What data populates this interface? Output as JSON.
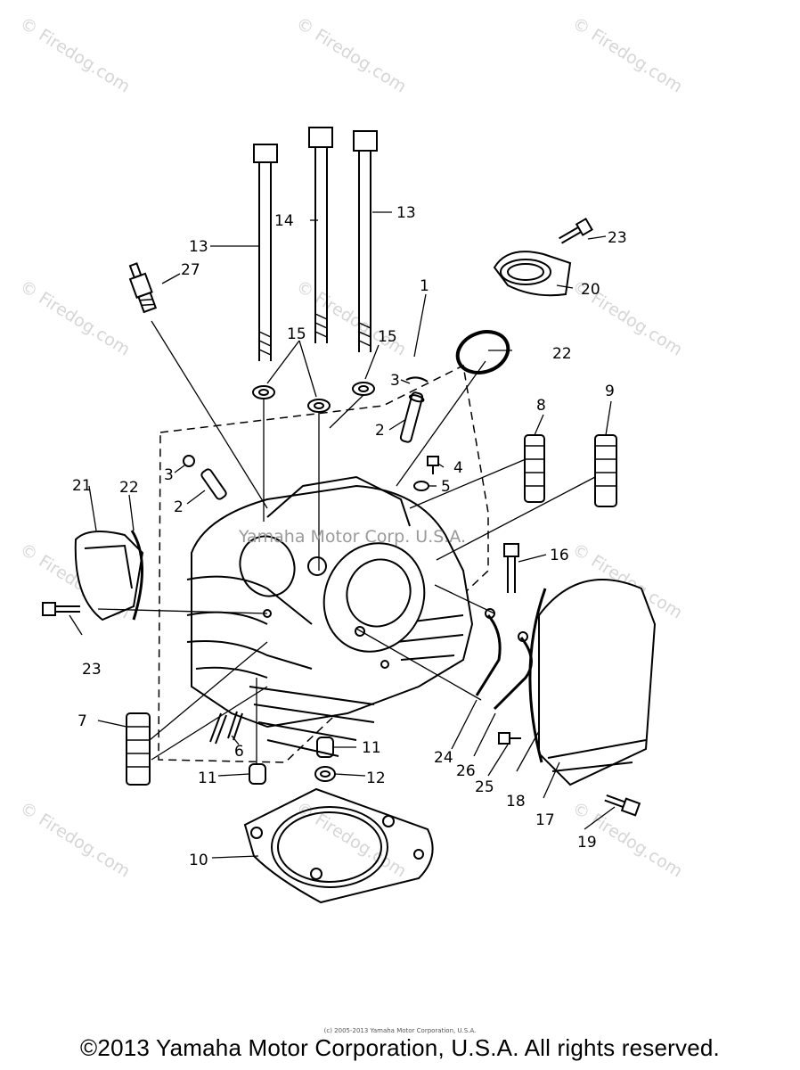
{
  "watermark": "© Firedog.com",
  "diagram_watermark": "Yamaha Motor Corp. U.S.A.",
  "small_copyright": "(c) 2005-2013 Yamaha Motor Corporation, U.S.A.",
  "copyright": "©2013 Yamaha Motor Corporation, U.S.A. All rights reserved.",
  "callouts": {
    "p1": "1",
    "p2a": "2",
    "p2b": "2",
    "p3a": "3",
    "p3b": "3",
    "p4": "4",
    "p5": "5",
    "p6": "6",
    "p7": "7",
    "p8": "8",
    "p9": "9",
    "p10": "10",
    "p11a": "11",
    "p11b": "11",
    "p12": "12",
    "p13a": "13",
    "p13b": "13",
    "p14": "14",
    "p15a": "15",
    "p15b": "15",
    "p16": "16",
    "p17": "17",
    "p18": "18",
    "p19": "19",
    "p20": "20",
    "p21": "21",
    "p22a": "22",
    "p22b": "22",
    "p23a": "23",
    "p23b": "23",
    "p24": "24",
    "p25": "25",
    "p26": "26",
    "p27": "27"
  }
}
